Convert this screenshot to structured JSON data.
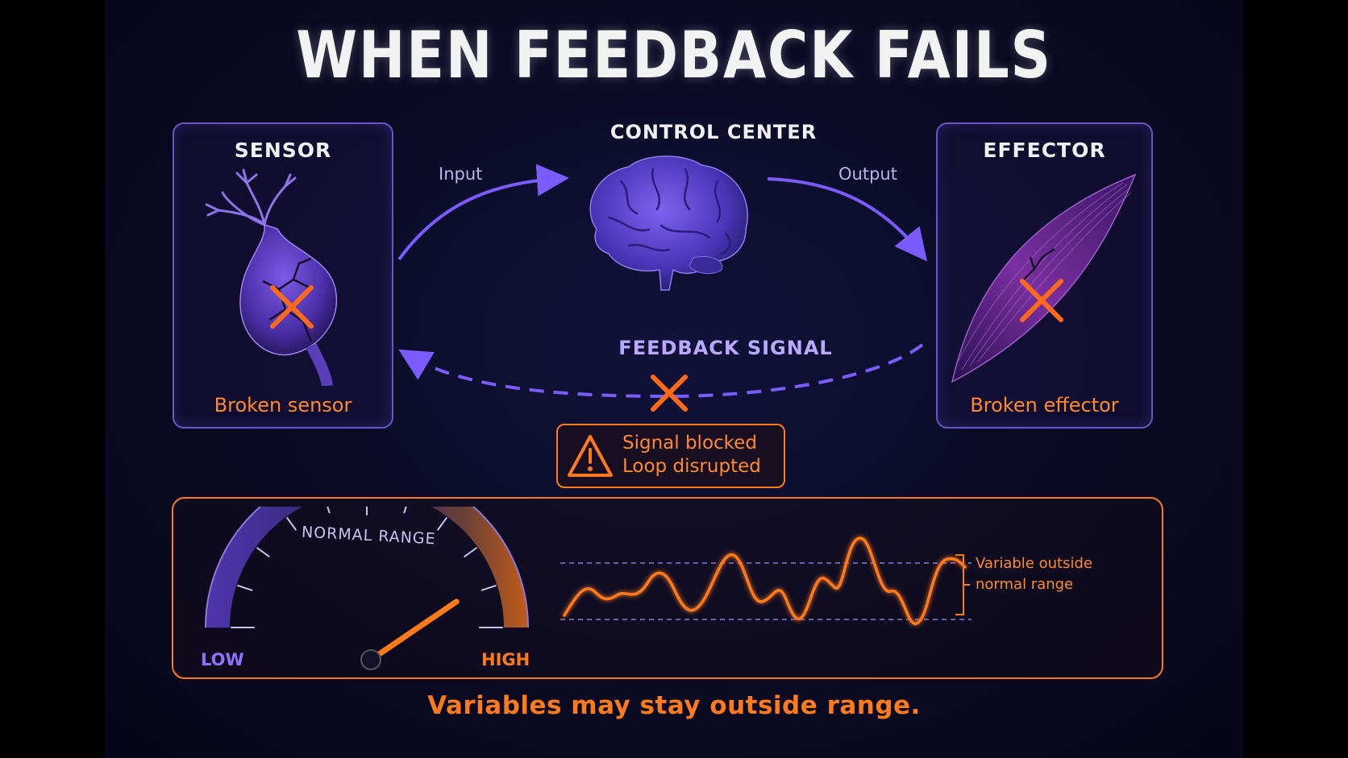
{
  "title": "WHEN FEEDBACK FAILS",
  "sensor": {
    "title": "SENSOR",
    "status": "Broken sensor"
  },
  "control_center": {
    "title": "CONTROL CENTER"
  },
  "effector": {
    "title": "EFFECTOR",
    "status": "Broken effector"
  },
  "arrows": {
    "input": "Input",
    "output": "Output"
  },
  "feedback": {
    "title": "FEEDBACK SIGNAL"
  },
  "warning": {
    "line1": "Signal blocked",
    "line2": "Loop disrupted"
  },
  "gauge": {
    "range_label": "NORMAL RANGE",
    "low": "LOW",
    "high": "HIGH",
    "level": 0.78
  },
  "waveform": {
    "annotation_line1": "Variable outside",
    "annotation_line2": "normal range"
  },
  "footer": "Variables may stay outside range.",
  "colors": {
    "accent_purple": "#7a5cff",
    "accent_orange": "#ff7a1a",
    "title_white": "#f2f2f2"
  }
}
